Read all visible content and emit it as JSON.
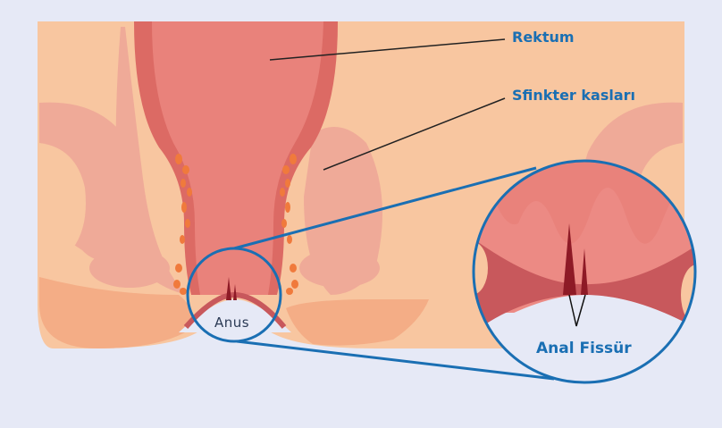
{
  "labels": {
    "rectum": "Rektum",
    "sphincter": "Sfinkter kasları",
    "anus": "Anus",
    "fissure": "Anal Fissür"
  },
  "colors": {
    "background": "#e6e9f6",
    "skin": "#f8c6a0",
    "skin_dark": "#f4ad86",
    "muscle": "#efaa98",
    "rectum_wall": "#dc6a64",
    "rectum_inner": "#e9827b",
    "fissure": "#8e1a26",
    "fat": "#f07a3c",
    "callout": "#1a6fb3",
    "label_text": "#1a6fb3",
    "anus_text": "#2b3a55"
  }
}
